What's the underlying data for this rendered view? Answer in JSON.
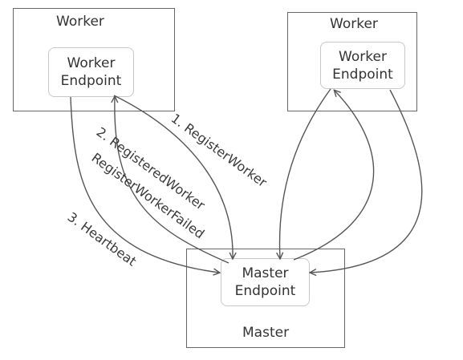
{
  "worker_left": {
    "title": "Worker",
    "endpoint_line1": "Worker",
    "endpoint_line2": "Endpoint"
  },
  "worker_right": {
    "title": "Worker",
    "endpoint_line1": "Worker",
    "endpoint_line2": "Endpoint"
  },
  "master": {
    "title": "Master",
    "endpoint_line1": "Master",
    "endpoint_line2": "Endpoint"
  },
  "messages": {
    "register": "1. RegisterWorker",
    "registered": "2. RegisteredWorker",
    "register_failed": "RegisterWorkerFailed",
    "heartbeat": "3. Heartbeat"
  },
  "colors": {
    "arrow": "#555555",
    "box_border": "#666666",
    "endpoint_border": "#c8c8c8"
  }
}
